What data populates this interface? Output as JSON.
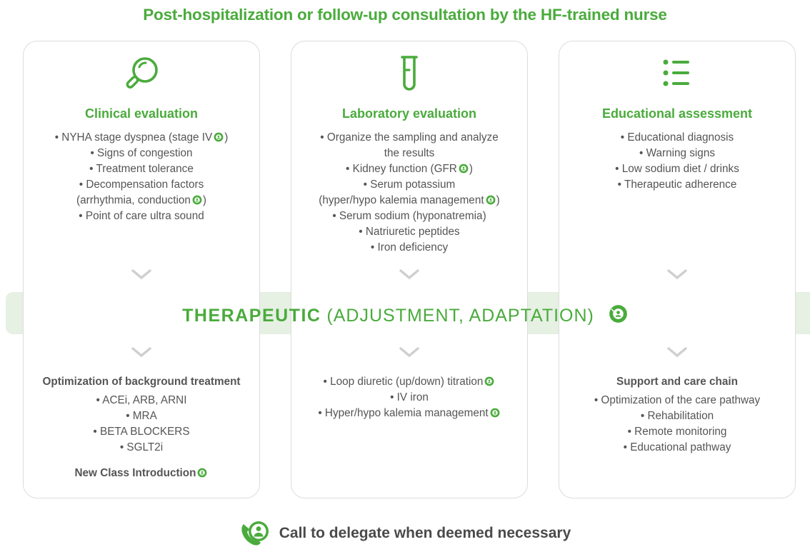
{
  "title": "Post-hospitalization or follow-up consultation by the HF-trained nurse",
  "columns": [
    {
      "icon": "magnifier-icon",
      "title": "Clinical evaluation",
      "items": [
        {
          "text": "• NYHA stage dyspnea (stage IV",
          "suffix": ")",
          "phone": true
        },
        {
          "text": "• Signs of congestion"
        },
        {
          "text": "• Treatment tolerance"
        },
        {
          "text": "• Decompensation factors"
        },
        {
          "text": "(arrhythmia, conduction",
          "suffix": ")",
          "phone": true
        },
        {
          "text": "• Point of care ultra sound"
        }
      ],
      "bottom": {
        "heading": "Optimization of background treatment",
        "items": [
          {
            "text": "• ACEi, ARB, ARNI"
          },
          {
            "text": "• MRA"
          },
          {
            "text": "• BETA BLOCKERS"
          },
          {
            "text": "• SGLT2i"
          }
        ],
        "footer": "New Class Introduction"
      }
    },
    {
      "icon": "test-tube-icon",
      "title": "Laboratory evaluation",
      "items": [
        {
          "text": "• Organize the sampling and analyze"
        },
        {
          "text": "the results"
        },
        {
          "text": "• Kidney function (GFR",
          "suffix": ")",
          "phone": true
        },
        {
          "text": "• Serum potassium"
        },
        {
          "text": "(hyper/hypo kalemia management",
          "suffix": ")",
          "phone": true
        },
        {
          "text": "• Serum sodium (hyponatremia)"
        },
        {
          "text": "• Natriuretic peptides"
        },
        {
          "text": "• Iron deficiency"
        }
      ],
      "bottom": {
        "items": [
          {
            "text": "• Loop diuretic (up/down) titration",
            "phone": true
          },
          {
            "text": "• IV iron"
          },
          {
            "text": "• Hyper/hypo kalemia management",
            "phone": true
          }
        ]
      }
    },
    {
      "icon": "list-icon",
      "title": "Educational assessment",
      "items": [
        {
          "text": "• Educational diagnosis"
        },
        {
          "text": "• Warning signs"
        },
        {
          "text": "• Low sodium diet / drinks"
        },
        {
          "text": "• Therapeutic adherence"
        }
      ],
      "bottom": {
        "heading": "Support and care chain",
        "items": [
          {
            "text": "• Optimization of the care pathway"
          },
          {
            "text": "• Rehabilitation"
          },
          {
            "text": "• Remote monitoring"
          },
          {
            "text": "• Educational pathway"
          }
        ]
      }
    }
  ],
  "band": {
    "bold": "THERAPEUTIC",
    "rest": "(ADJUSTMENT, ADAPTATION)",
    "icon": "phone-person-icon"
  },
  "footer": {
    "icon": "phone-person-icon",
    "text": "Call to delegate when deemed necessary"
  },
  "colors": {
    "accent": "#4aab3c",
    "band_bg": "#e6f0e3",
    "text": "#555555",
    "chevron": "#cfcfcf"
  }
}
